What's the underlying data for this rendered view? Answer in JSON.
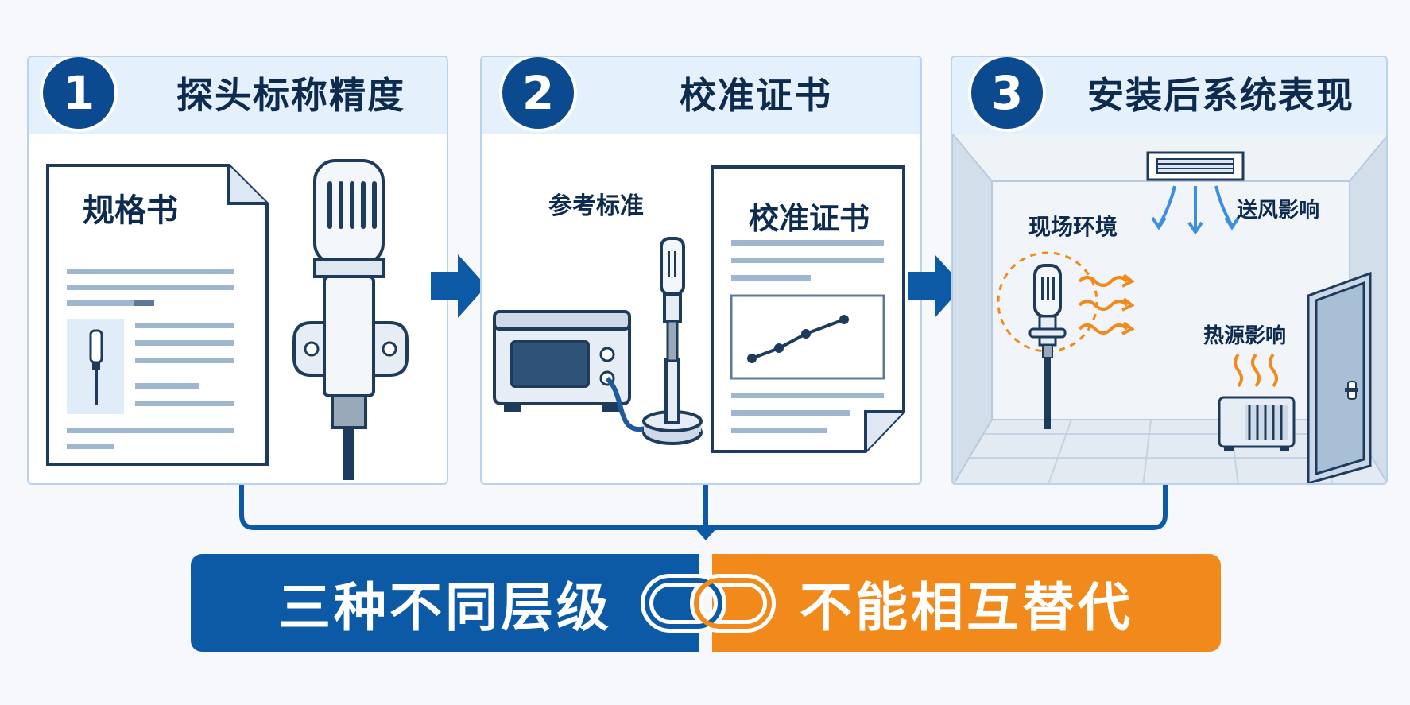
{
  "steps": [
    {
      "number": "1",
      "title": "探头标称精度"
    },
    {
      "number": "2",
      "title": "校准证书"
    },
    {
      "number": "3",
      "title": "安装后系统表现"
    }
  ],
  "step1": {
    "doc_label": "规格书"
  },
  "step2": {
    "reference_label": "参考标准",
    "certificate_label": "校准证书"
  },
  "step3": {
    "site_label": "现场环境",
    "airflow_label": "送风影响",
    "heat_label": "热源影响"
  },
  "summary": {
    "left": "三种不同层级",
    "right": "不能相互替代"
  },
  "colors": {
    "navy": "#0b4a8f",
    "blue": "#0c5aa6",
    "orange": "#f18a1b",
    "light_blue": "#e4f0fb"
  },
  "icons": [
    "document-icon",
    "probe-icon",
    "arrow-right-icon",
    "calibrator-icon",
    "certificate-icon",
    "room-icon",
    "air-vent-icon",
    "heater-icon",
    "door-icon",
    "chain-link-icon"
  ]
}
